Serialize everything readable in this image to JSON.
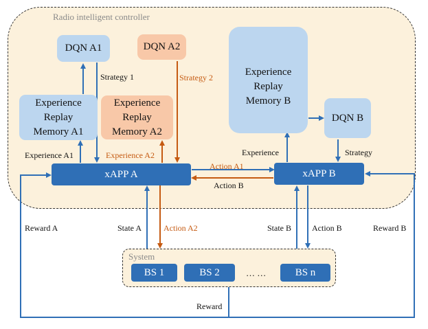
{
  "regions": {
    "ric": "Radio intelligent controller",
    "system": "System"
  },
  "boxes": {
    "dqn_a1": "DQN A1",
    "dqn_a2": "DQN A2",
    "dqn_b": "DQN B",
    "erm_a1": [
      "Experience",
      "Replay",
      "Memory A1"
    ],
    "erm_a2": [
      "Experience",
      "Replay",
      "Memory A2"
    ],
    "erm_b": [
      "Experience",
      "Replay",
      "Memory B"
    ],
    "xapp_a": "xAPP A",
    "xapp_b": "xAPP B",
    "bs1": "BS 1",
    "bs2": "BS 2",
    "dots": "… …",
    "bsn": "BS n"
  },
  "labels": {
    "strategy1": "Strategy 1",
    "strategy2": "Strategy 2",
    "experience_a1": "Experience A1",
    "experience_a2": "Experience A2",
    "experience": "Experience",
    "strategy": "Strategy",
    "action_a1": "Action A1",
    "action_b_mid": "Action B",
    "state_a": "State A",
    "action_a2": "Action A2",
    "state_b": "State B",
    "action_b": "Action B",
    "reward_a": "Reward A",
    "reward_b": "Reward B",
    "reward": "Reward"
  },
  "colors": {
    "blue_arrow": "#2f6fb6",
    "orange_arrow": "#c55a11",
    "light_blue": "#bcd6ef",
    "light_orange": "#f8c8a8",
    "region_fill": "#fcf1dc"
  }
}
